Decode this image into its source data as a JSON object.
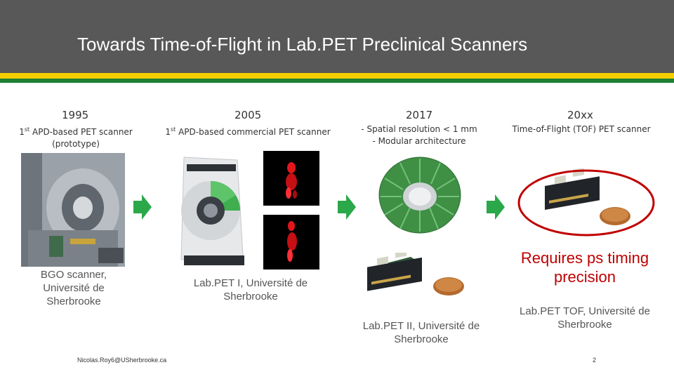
{
  "slide": {
    "title": "Towards Time-of-Flight in Lab.PET Preclinical Scanners",
    "columns": [
      {
        "year": "1995",
        "ordinal": "1",
        "sup": "st",
        "desc_line1": " APD-based PET scanner",
        "desc_line2": "(prototype)"
      },
      {
        "year": "2005",
        "ordinal": "1",
        "sup": "st",
        "desc_line1": " APD-based commercial PET scanner"
      },
      {
        "year": "2017",
        "desc_line1": "- Spatial resolution < 1 mm",
        "desc_line2": "- Modular architecture"
      },
      {
        "year": "20xx",
        "desc_line1": "Time-of-Flight (TOF) PET scanner"
      }
    ],
    "captions": {
      "bgo": "BGO scanner, Université de Sherbrooke",
      "labpet1": "Lab.PET I, Université de Sherbrooke",
      "labpet2": "Lab.PET II, Université de Sherbrooke",
      "labpettof": "Lab.PET TOF, Université de Sherbrooke"
    },
    "note": "Requires ps timing precision",
    "footer_email": "Nicolas.Roy6@USherbrooke.ca",
    "page_number": "2"
  },
  "colors": {
    "header": "#585858",
    "stripe_yellow": "#f6cd00",
    "stripe_green": "#1e7f33",
    "arrow": "#2aa84a",
    "note": "#c00000"
  }
}
